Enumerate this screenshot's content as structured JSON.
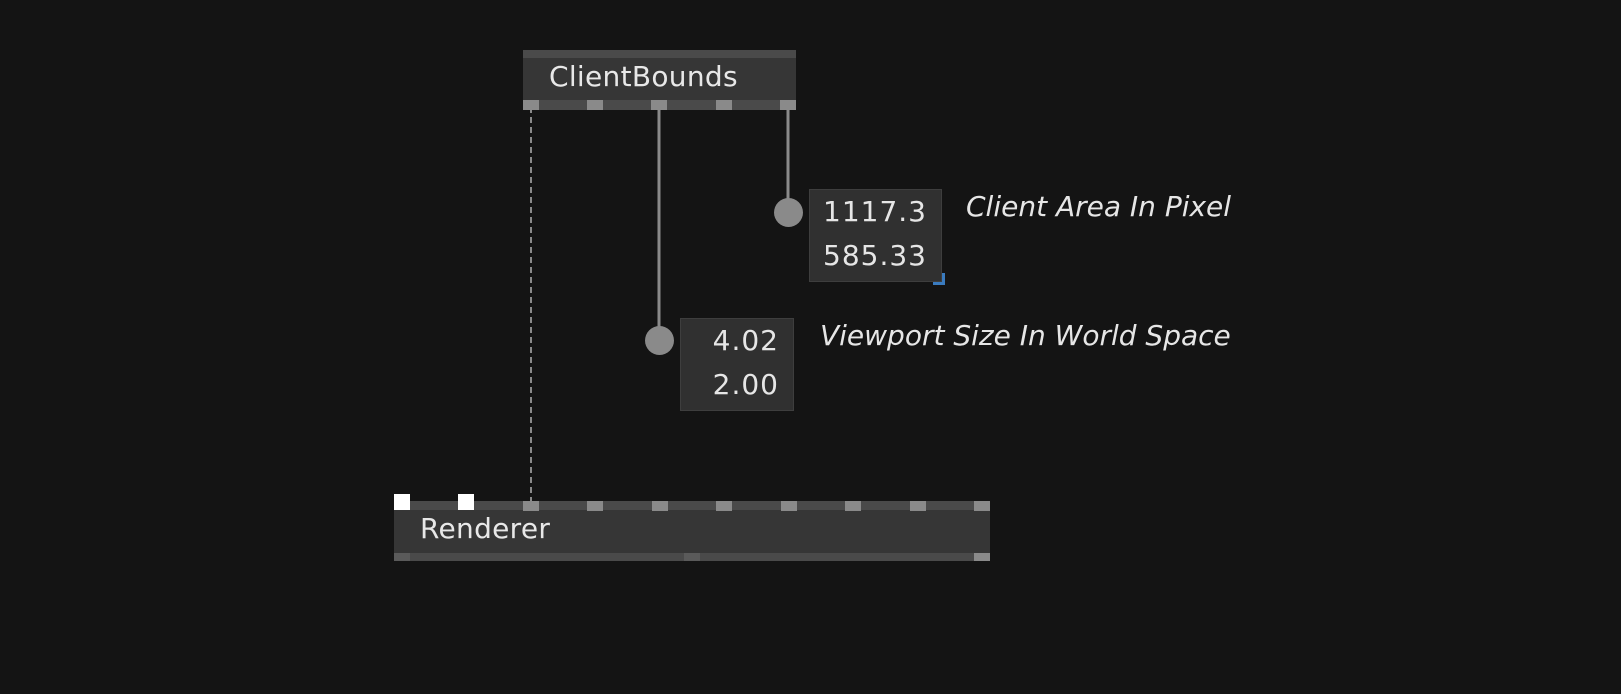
{
  "nodes": {
    "client_bounds": {
      "title": "ClientBounds"
    },
    "renderer": {
      "title": "Renderer"
    }
  },
  "iobox_pixel": {
    "x": "1117.3",
    "y": "585.33"
  },
  "iobox_world": {
    "x": "4.02",
    "y": "2.00"
  },
  "comments": {
    "pixel": "Client Area In Pixel",
    "world": "Viewport Size In World Space"
  },
  "colors": {
    "background": "#141414",
    "node": "#363636",
    "pin": "#8a8a8a",
    "link": "#8a8a8a",
    "selection_corner": "#3a7bbf"
  }
}
